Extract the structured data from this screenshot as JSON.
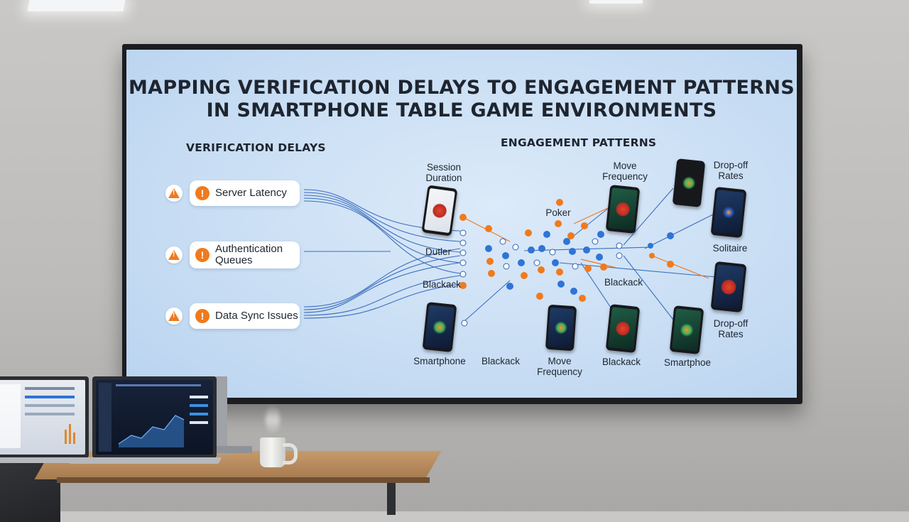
{
  "screen": {
    "title_line1": "MAPPING VERIFICATION DELAYS TO ENGAGEMENT PATTERNS",
    "title_line2": "IN SMARTPHONE TABLE GAME ENVIRONMENTS",
    "left_heading": "VERIFICATION DELAYS",
    "right_heading": "ENGAGEMENT PATTERNS",
    "delays": [
      {
        "label": "Server Latency",
        "icon": "warning-icon"
      },
      {
        "label": "Authentication Queues",
        "icon": "warning-icon"
      },
      {
        "label": "Data Sync Issues",
        "icon": "sync-icon"
      }
    ],
    "network_labels": {
      "session_duration": "Session Duration",
      "move_frequency_top": "Move Frequency",
      "drop_off_top": "Drop-off Rates",
      "poker": "Poker",
      "dutler": "Dutler",
      "blackack_left": "Blackack",
      "blackack_mid": "Blackack",
      "solitaire": "Solitaire",
      "drop_off_bottom": "Drop-off Rates",
      "smartphone_left": "Smartphone",
      "blackack_bottom_left": "Blackack",
      "move_frequency_bottom": "Move Frequency",
      "blackack_bottom_right": "Blackack",
      "smartphoe": "Smartphoe"
    },
    "colors": {
      "accent_orange": "#f07a1c",
      "node_blue": "#2f74d8",
      "line_blue": "#2d62b8",
      "screen_bg": "#c9def4"
    }
  },
  "room": {
    "objects": [
      "ceiling-light",
      "laptop",
      "laptop",
      "desk",
      "coffee-mug",
      "office-chair"
    ]
  }
}
